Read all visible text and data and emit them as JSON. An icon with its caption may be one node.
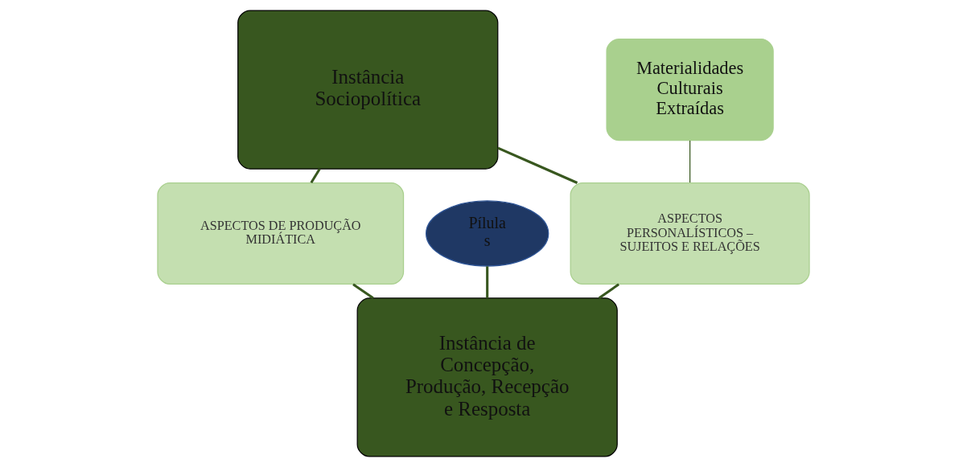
{
  "diagram": {
    "nodes": [
      {
        "text": [
          "Instância Sociopolítica"
        ]
      },
      {
        "text": [
          "ASPECTOS DE PRODUÇÃO MIDIÁTICA"
        ]
      },
      {
        "text": [
          "Pílula s"
        ]
      },
      {
        "text": [
          "ASPECTOS PERSONALÍSTICOS – SUJEITOS E RELAÇÕES"
        ]
      },
      {
        "text": [
          "Materialidades Culturais Extraídas"
        ]
      },
      {
        "text": [
          "Instância de Concepção, Produção, Recepção e Resposta"
        ]
      }
    ],
    "edges": [
      {
        "from": 0,
        "to": 3,
        "arrow": "none"
      },
      {
        "from": 3,
        "to": 5,
        "arrow": "none"
      },
      {
        "from": 1,
        "to": 5,
        "arrow": "none"
      },
      {
        "from": 0,
        "to": 1,
        "arrow": "none"
      },
      {
        "from": 2,
        "to": 5,
        "arrow": "none"
      },
      {
        "from": 4,
        "to": 3,
        "arrow": "none"
      }
    ]
  }
}
